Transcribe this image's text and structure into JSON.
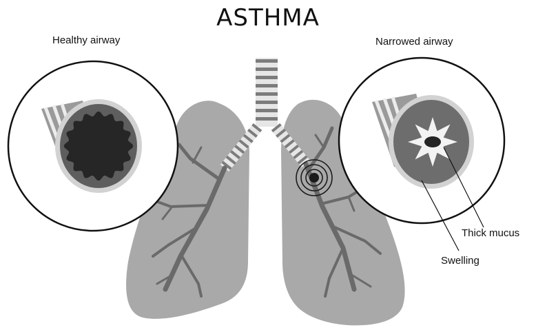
{
  "title": "ASTHMA",
  "captions": {
    "healthy": "Healthy airway",
    "narrowed": "Narrowed airway"
  },
  "labels": {
    "mucus": "Thick mucus",
    "swelling": "Swelling"
  },
  "colors": {
    "lung_fill": "#a9a9a9",
    "bronchi": "#6a6a6a",
    "trachea_light": "#e6e6e6",
    "trachea_dark": "#7c7c7c",
    "airway_lumen": "#2a2a2a",
    "swollen_wall": "#6d6d6d",
    "mucus_fill": "#f3f3f3",
    "outline": "#111111"
  }
}
